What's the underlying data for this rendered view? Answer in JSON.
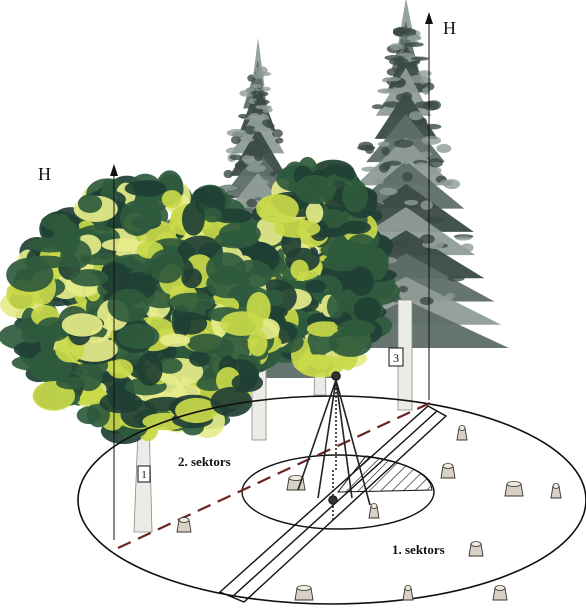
{
  "height_label_left": "H",
  "height_label_right": "H",
  "sector_1_label": "1. sektors",
  "sector_2_label": "2. sektors",
  "tree_tag_left": "1",
  "tree_tag_right": "3",
  "colors": {
    "leaf_dark": "#1f3f34",
    "leaf_mid": "#2f5a3d",
    "leaf_yellow": "#c9d94a",
    "leaf_light": "#e6ec8a",
    "spruce_dark": "#3b4a45",
    "spruce_mid": "#5e6e68",
    "spruce_light": "#8f9c96",
    "trunk": "#ecece6",
    "stump": "#d9d2c4",
    "line": "#111111",
    "dash": "#5a2a2a"
  },
  "icons": [
    "deciduous-tree",
    "spruce-tree",
    "stump",
    "tripod-instrument"
  ]
}
